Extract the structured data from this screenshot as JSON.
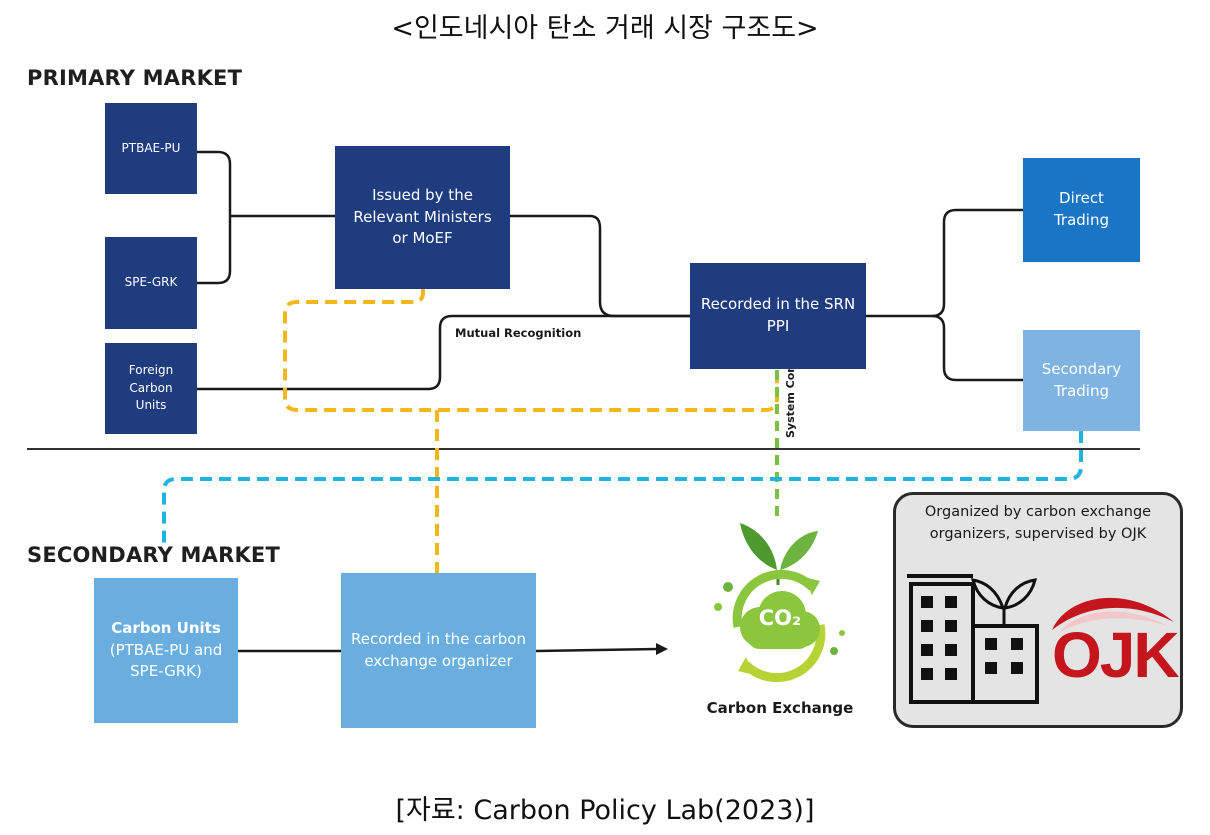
{
  "title": "<인도네시아 탄소 거래 시장 구조도>",
  "primary_market_label": "PRIMARY MARKET",
  "secondary_market_label": "SECONDARY MARKET",
  "nodes": {
    "ptbae_pu": "PTBAE-PU",
    "spe_grk": "SPE-GRK",
    "foreign_carbon_units": "Foreign Carbon Units",
    "issued_by": "Issued by the Relevant Ministers or MoEF",
    "recorded_srn": "Recorded in the SRN PPI",
    "direct_trading": "Direct Trading",
    "secondary_trading": "Secondary Trading",
    "carbon_units_title": "Carbon Units",
    "carbon_units_detail": "(PTBAE-PU and SPE-GRK)",
    "recorded_exchange": "Recorded in the carbon exchange organizer"
  },
  "edge_labels": {
    "mutual_recognition": "Mutual Recognition",
    "system_connected": "System Connected"
  },
  "carbon_exchange": {
    "icon_text": "CO₂",
    "label": "Carbon Exchange"
  },
  "ojk": {
    "caption": "Organized by carbon exchange organizers, supervised by OJK",
    "logo_text": "OJK"
  },
  "source": "[자료: Carbon Policy Lab(2023)]",
  "colors": {
    "navy": "#1f3c7e",
    "blue": "#1a75c4",
    "light_blue": "#7fb3e2",
    "yellow_dash": "#f2b81b",
    "cyan_dash": "#1fb4de",
    "green_dash": "#7ac143",
    "ojk_red": "#c4161c"
  }
}
